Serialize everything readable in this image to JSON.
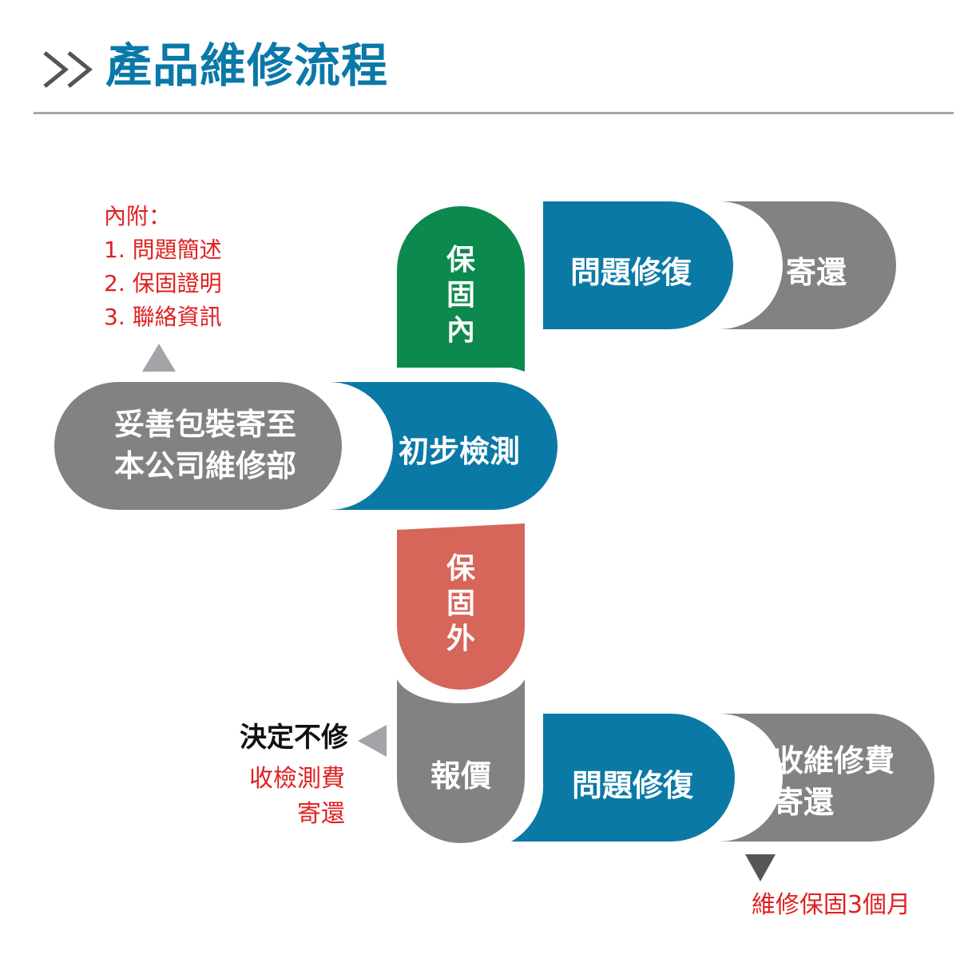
{
  "title": "產品維修流程",
  "colors": {
    "blue": "#0b79a6",
    "gray": "#828282",
    "green": "#0c8a4e",
    "red": "#d6655a",
    "accent_text": "#e02020",
    "title": "#0a78a8"
  },
  "enclosed_note": {
    "heading": "內附：",
    "items": [
      "1. 問題簡述",
      "2. 保固證明",
      "3. 聯絡資訊"
    ]
  },
  "steps": {
    "pack": [
      "妥善包裝寄至",
      "本公司維修部"
    ],
    "inspect": "初步檢測",
    "in_warranty": [
      "保",
      "固",
      "內"
    ],
    "out_warranty": [
      "保",
      "固",
      "外"
    ],
    "repair_top": "問題修復",
    "return_top": "寄還",
    "quote": "報價",
    "repair_bottom": "問題修復",
    "charge_return": [
      "收維修費",
      "寄還"
    ]
  },
  "decline": {
    "label": "決定不修",
    "lines": [
      "收檢測費",
      "寄還"
    ]
  },
  "warranty_note": "維修保固3個月"
}
